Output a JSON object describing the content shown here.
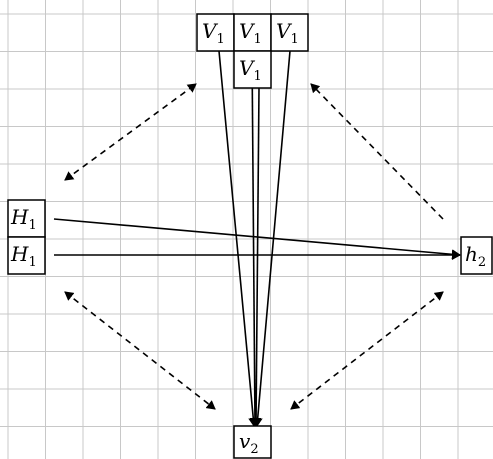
{
  "nodes": [
    {
      "id": "V1a",
      "label": "V",
      "sub": "1"
    },
    {
      "id": "V1b",
      "label": "V",
      "sub": "1"
    },
    {
      "id": "V1c",
      "label": "V",
      "sub": "1"
    },
    {
      "id": "V1d",
      "label": "V",
      "sub": "1"
    },
    {
      "id": "H1a",
      "label": "H",
      "sub": "1"
    },
    {
      "id": "H1b",
      "label": "H",
      "sub": "1"
    },
    {
      "id": "h2",
      "label": "h",
      "sub": "2"
    },
    {
      "id": "v2",
      "label": "v",
      "sub": "2"
    }
  ],
  "edges": [
    {
      "from": "V1a",
      "to": "v2",
      "style": "solid"
    },
    {
      "from": "V1b",
      "to": "v2",
      "style": "solid"
    },
    {
      "from": "V1c",
      "to": "v2",
      "style": "solid"
    },
    {
      "from": "V1d",
      "to": "v2",
      "style": "solid"
    },
    {
      "from": "H1a",
      "to": "h2",
      "style": "solid"
    },
    {
      "from": "H1b",
      "to": "h2",
      "style": "solid"
    }
  ],
  "dashed_arrows": [
    {
      "name": "dashed-arrow-top-left",
      "direction": "bidirectional"
    },
    {
      "name": "dashed-arrow-top-right",
      "direction": "one-way"
    },
    {
      "name": "dashed-arrow-bottom-left",
      "direction": "bidirectional"
    },
    {
      "name": "dashed-arrow-bottom-right",
      "direction": "bidirectional"
    }
  ],
  "colors": {
    "line": "#000000",
    "grid": "#c8c8c8",
    "background": "#ffffff"
  }
}
